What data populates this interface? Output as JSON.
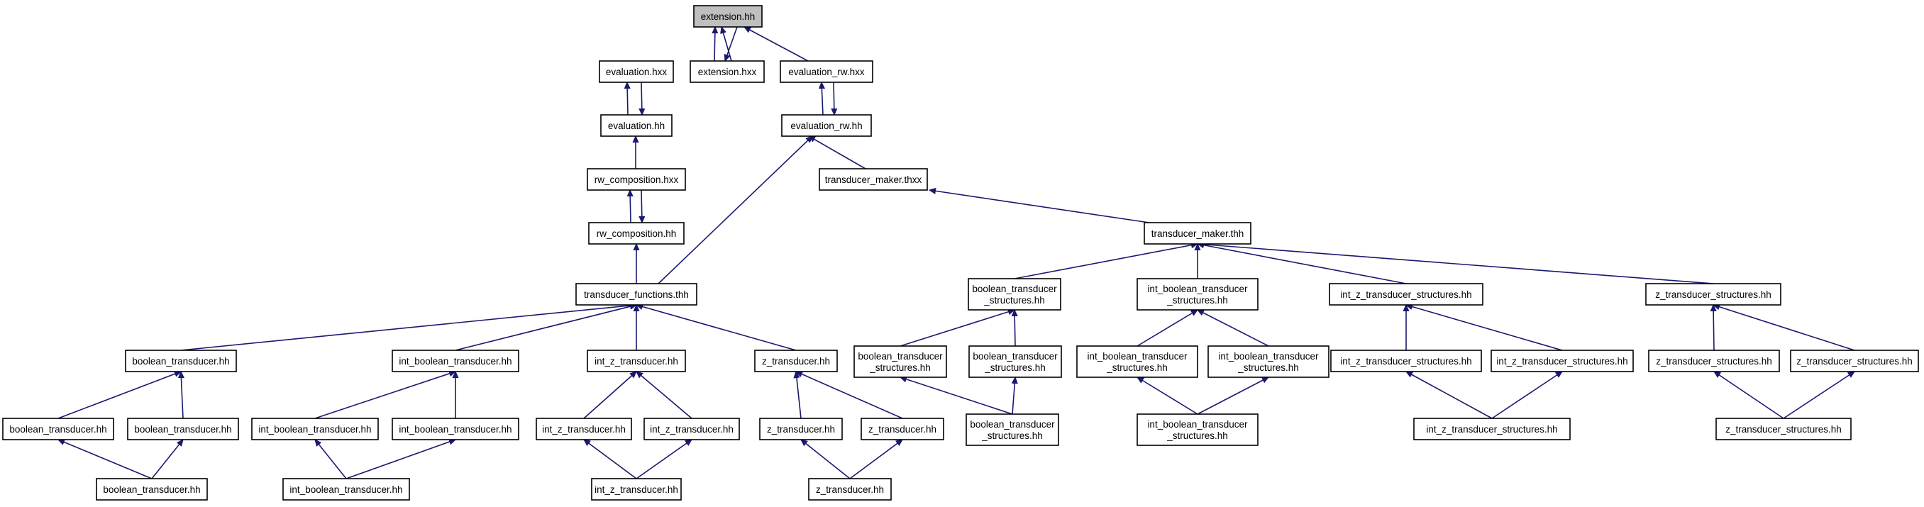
{
  "graph": {
    "root": "n0",
    "nodes": [
      {
        "id": "n0",
        "lines": [
          "extension.hh"
        ]
      },
      {
        "id": "n1",
        "lines": [
          "evaluation.hxx"
        ]
      },
      {
        "id": "n2",
        "lines": [
          "extension.hxx"
        ]
      },
      {
        "id": "n3",
        "lines": [
          "evaluation_rw.hxx"
        ]
      },
      {
        "id": "n4",
        "lines": [
          "evaluation.hh"
        ]
      },
      {
        "id": "n5",
        "lines": [
          "evaluation_rw.hh"
        ]
      },
      {
        "id": "n6",
        "lines": [
          "rw_composition.hxx"
        ]
      },
      {
        "id": "n7",
        "lines": [
          "transducer_maker.thxx"
        ]
      },
      {
        "id": "n8",
        "lines": [
          "rw_composition.hh"
        ]
      },
      {
        "id": "n9",
        "lines": [
          "transducer_maker.thh"
        ]
      },
      {
        "id": "n10",
        "lines": [
          "transducer_functions.thh"
        ]
      },
      {
        "id": "n11",
        "lines": [
          "boolean_transducer",
          "_structures.hh"
        ]
      },
      {
        "id": "n12",
        "lines": [
          "int_boolean_transducer",
          "_structures.hh"
        ]
      },
      {
        "id": "n13",
        "lines": [
          "int_z_transducer_structures.hh"
        ]
      },
      {
        "id": "n14",
        "lines": [
          "z_transducer_structures.hh"
        ]
      },
      {
        "id": "n15",
        "lines": [
          "boolean_transducer.hh"
        ]
      },
      {
        "id": "n16",
        "lines": [
          "int_boolean_transducer.hh"
        ]
      },
      {
        "id": "n17",
        "lines": [
          "int_z_transducer.hh"
        ]
      },
      {
        "id": "n18",
        "lines": [
          "z_transducer.hh"
        ]
      },
      {
        "id": "n19",
        "lines": [
          "boolean_transducer",
          "_structures.hh"
        ]
      },
      {
        "id": "n20",
        "lines": [
          "boolean_transducer",
          "_structures.hh"
        ]
      },
      {
        "id": "n21",
        "lines": [
          "int_boolean_transducer",
          "_structures.hh"
        ]
      },
      {
        "id": "n22",
        "lines": [
          "int_boolean_transducer",
          "_structures.hh"
        ]
      },
      {
        "id": "n23",
        "lines": [
          "int_z_transducer_structures.hh"
        ]
      },
      {
        "id": "n24",
        "lines": [
          "int_z_transducer_structures.hh"
        ]
      },
      {
        "id": "n25",
        "lines": [
          "z_transducer_structures.hh"
        ]
      },
      {
        "id": "n26",
        "lines": [
          "z_transducer_structures.hh"
        ]
      },
      {
        "id": "n27",
        "lines": [
          "boolean_transducer.hh"
        ]
      },
      {
        "id": "n28",
        "lines": [
          "boolean_transducer.hh"
        ]
      },
      {
        "id": "n29",
        "lines": [
          "int_boolean_transducer.hh"
        ]
      },
      {
        "id": "n30",
        "lines": [
          "int_boolean_transducer.hh"
        ]
      },
      {
        "id": "n31",
        "lines": [
          "int_z_transducer.hh"
        ]
      },
      {
        "id": "n32",
        "lines": [
          "int_z_transducer.hh"
        ]
      },
      {
        "id": "n33",
        "lines": [
          "z_transducer.hh"
        ]
      },
      {
        "id": "n34",
        "lines": [
          "z_transducer.hh"
        ]
      },
      {
        "id": "n35",
        "lines": [
          "boolean_transducer",
          "_structures.hh"
        ]
      },
      {
        "id": "n36",
        "lines": [
          "int_boolean_transducer",
          "_structures.hh"
        ]
      },
      {
        "id": "n37",
        "lines": [
          "int_z_transducer_structures.hh"
        ]
      },
      {
        "id": "n38",
        "lines": [
          "z_transducer_structures.hh"
        ]
      },
      {
        "id": "n39",
        "lines": [
          "boolean_transducer.hh"
        ]
      },
      {
        "id": "n40",
        "lines": [
          "int_boolean_transducer.hh"
        ]
      },
      {
        "id": "n41",
        "lines": [
          "int_z_transducer.hh"
        ]
      },
      {
        "id": "n42",
        "lines": [
          "z_transducer.hh"
        ]
      }
    ],
    "edges": [
      {
        "from": "n1",
        "to": "n0"
      },
      {
        "from": "n2",
        "to": "n0"
      },
      {
        "from": "n0",
        "to": "n2"
      },
      {
        "from": "n3",
        "to": "n0"
      },
      {
        "from": "n4",
        "to": "n1"
      },
      {
        "from": "n1",
        "to": "n4"
      },
      {
        "from": "n5",
        "to": "n3"
      },
      {
        "from": "n3",
        "to": "n5"
      },
      {
        "from": "n6",
        "to": "n4"
      },
      {
        "from": "n7",
        "to": "n5"
      },
      {
        "from": "n10",
        "to": "n5"
      },
      {
        "from": "n8",
        "to": "n6"
      },
      {
        "from": "n6",
        "to": "n8"
      },
      {
        "from": "n9",
        "to": "n7"
      },
      {
        "from": "n10",
        "to": "n8"
      },
      {
        "from": "n11",
        "to": "n9"
      },
      {
        "from": "n12",
        "to": "n9"
      },
      {
        "from": "n13",
        "to": "n9"
      },
      {
        "from": "n14",
        "to": "n9"
      },
      {
        "from": "n15",
        "to": "n10"
      },
      {
        "from": "n16",
        "to": "n10"
      },
      {
        "from": "n17",
        "to": "n10"
      },
      {
        "from": "n18",
        "to": "n10"
      },
      {
        "from": "n19",
        "to": "n11"
      },
      {
        "from": "n20",
        "to": "n11"
      },
      {
        "from": "n35",
        "to": "n19"
      },
      {
        "from": "n35",
        "to": "n20"
      },
      {
        "from": "n21",
        "to": "n12"
      },
      {
        "from": "n22",
        "to": "n12"
      },
      {
        "from": "n36",
        "to": "n21"
      },
      {
        "from": "n36",
        "to": "n22"
      },
      {
        "from": "n23",
        "to": "n13"
      },
      {
        "from": "n24",
        "to": "n13"
      },
      {
        "from": "n37",
        "to": "n23"
      },
      {
        "from": "n37",
        "to": "n24"
      },
      {
        "from": "n25",
        "to": "n14"
      },
      {
        "from": "n26",
        "to": "n14"
      },
      {
        "from": "n38",
        "to": "n25"
      },
      {
        "from": "n38",
        "to": "n26"
      },
      {
        "from": "n27",
        "to": "n15"
      },
      {
        "from": "n28",
        "to": "n15"
      },
      {
        "from": "n39",
        "to": "n27"
      },
      {
        "from": "n39",
        "to": "n28"
      },
      {
        "from": "n29",
        "to": "n16"
      },
      {
        "from": "n30",
        "to": "n16"
      },
      {
        "from": "n40",
        "to": "n29"
      },
      {
        "from": "n40",
        "to": "n30"
      },
      {
        "from": "n31",
        "to": "n17"
      },
      {
        "from": "n32",
        "to": "n17"
      },
      {
        "from": "n41",
        "to": "n31"
      },
      {
        "from": "n41",
        "to": "n32"
      },
      {
        "from": "n33",
        "to": "n18"
      },
      {
        "from": "n34",
        "to": "n18"
      },
      {
        "from": "n42",
        "to": "n33"
      },
      {
        "from": "n42",
        "to": "n34"
      }
    ],
    "colors": {
      "edge": "#191970",
      "root_fill": "#bfbfbf",
      "node_fill": "#ffffff",
      "border": "#000000"
    }
  }
}
